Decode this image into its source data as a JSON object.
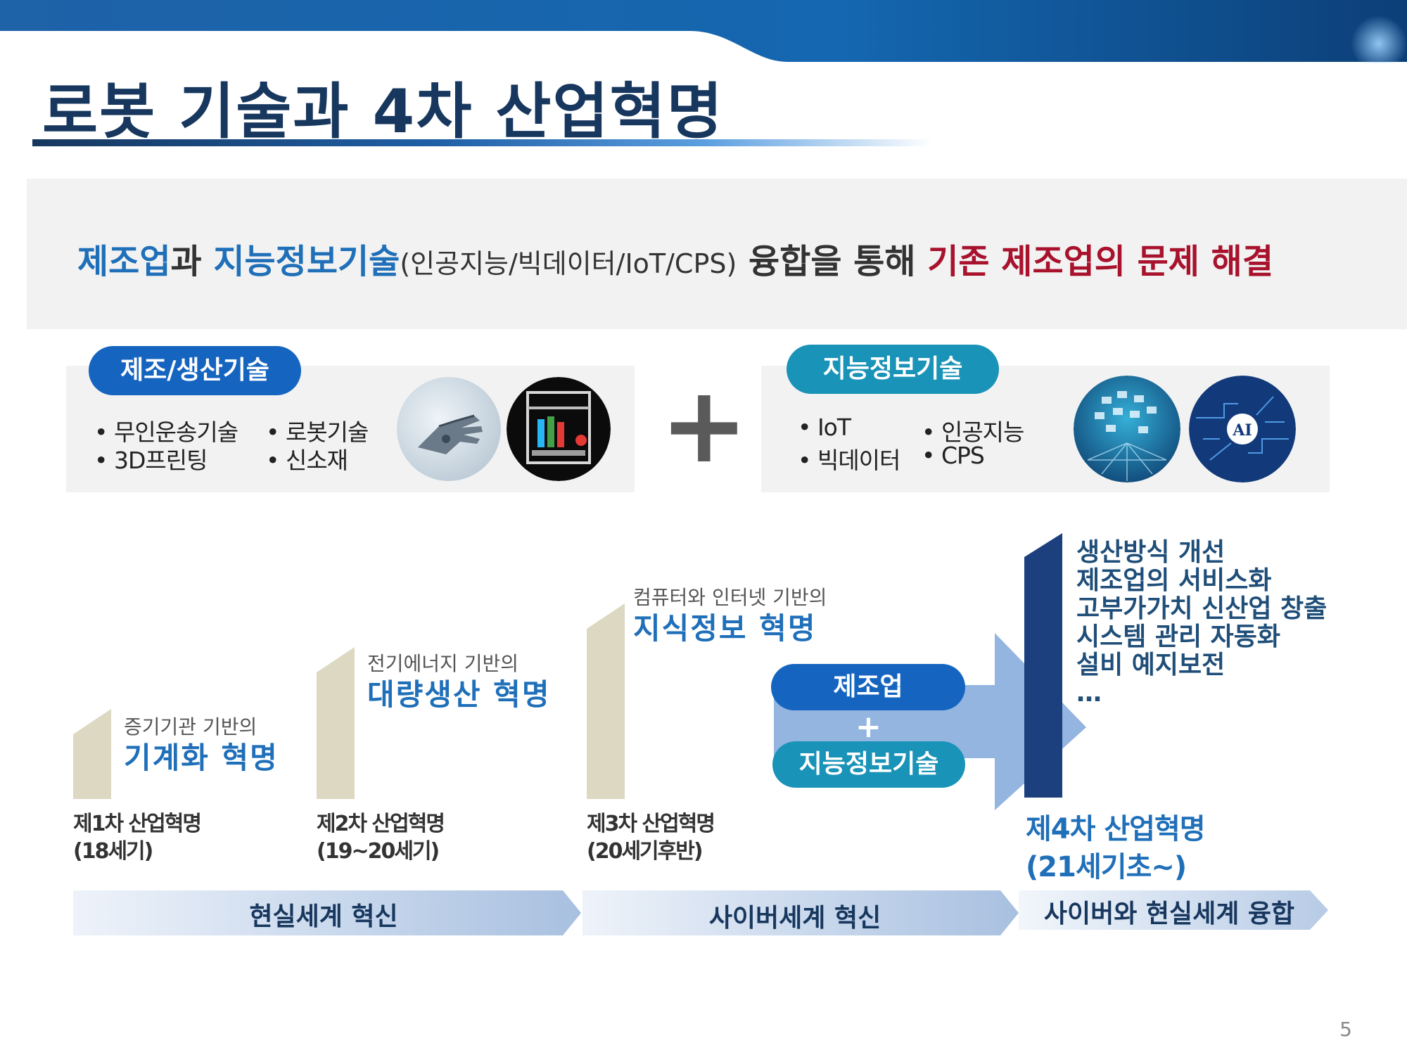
{
  "slide": {
    "title": "로봇 기술과 4차 산업혁명",
    "page_number": "5"
  },
  "banner": {
    "part1": "제조업",
    "part2": "과 ",
    "part3": "지능정보기술",
    "part4": "(인공지능/빅데이터/IoT/CPS)",
    "part5": " 융합을 통해 ",
    "part6": "기존 제조업의 문제 해결"
  },
  "manufacturing": {
    "label": "제조/생산기술",
    "items": [
      "• 무인운송기술",
      "• 로봇기술",
      "• 3D프린팅",
      "• 신소재"
    ],
    "icons": [
      "robot-hand-icon",
      "3d-printer-icon"
    ]
  },
  "plus_sign": "+",
  "intelligence": {
    "label": "지능정보기술",
    "items": [
      "• IoT",
      "• 인공지능",
      "• 빅데이터",
      "• CPS"
    ],
    "icons": [
      "iot-network-icon",
      "ai-circuit-icon"
    ]
  },
  "revolutions": [
    {
      "caption": "증기기관 기반의",
      "name": "기계화 혁명",
      "era_line1": "제1차 산업혁명",
      "era_line2": "(18세기)"
    },
    {
      "caption": "전기에너지 기반의",
      "name": "대량생산 혁명",
      "era_line1": "제2차 산업혁명",
      "era_line2": "(19~20세기)"
    },
    {
      "caption": "컴퓨터와 인터넷 기반의",
      "name": "지식정보 혁명",
      "era_line1": "제3차 산업혁명",
      "era_line2": "(20세기후반)"
    }
  ],
  "fusion": {
    "top": "제조업",
    "plus": "+",
    "bottom": "지능정보기술"
  },
  "fourth": {
    "era_line1": "제4차 산업혁명",
    "era_line2": "(21세기초~)",
    "effects": [
      "생산방식 개선",
      "제조업의 서비스화",
      "고부가가치 신산업 창출",
      "시스템 관리 자동화",
      "설비 예지보전",
      "…"
    ]
  },
  "axis": {
    "segment1": "현실세계 혁신",
    "segment2": "사이버세계 혁신",
    "segment3": "사이버와 현실세계 융합"
  },
  "colors": {
    "title_navy": "#17375e",
    "accent_blue": "#1f6fb9",
    "accent_red": "#a8122c",
    "pill_blue": "#1565c0",
    "pill_teal": "#1a93b8",
    "riser_beige": "#dcd8c2",
    "arrow_light_blue": "#93b5e0",
    "bar_navy": "#1c3f7e"
  }
}
